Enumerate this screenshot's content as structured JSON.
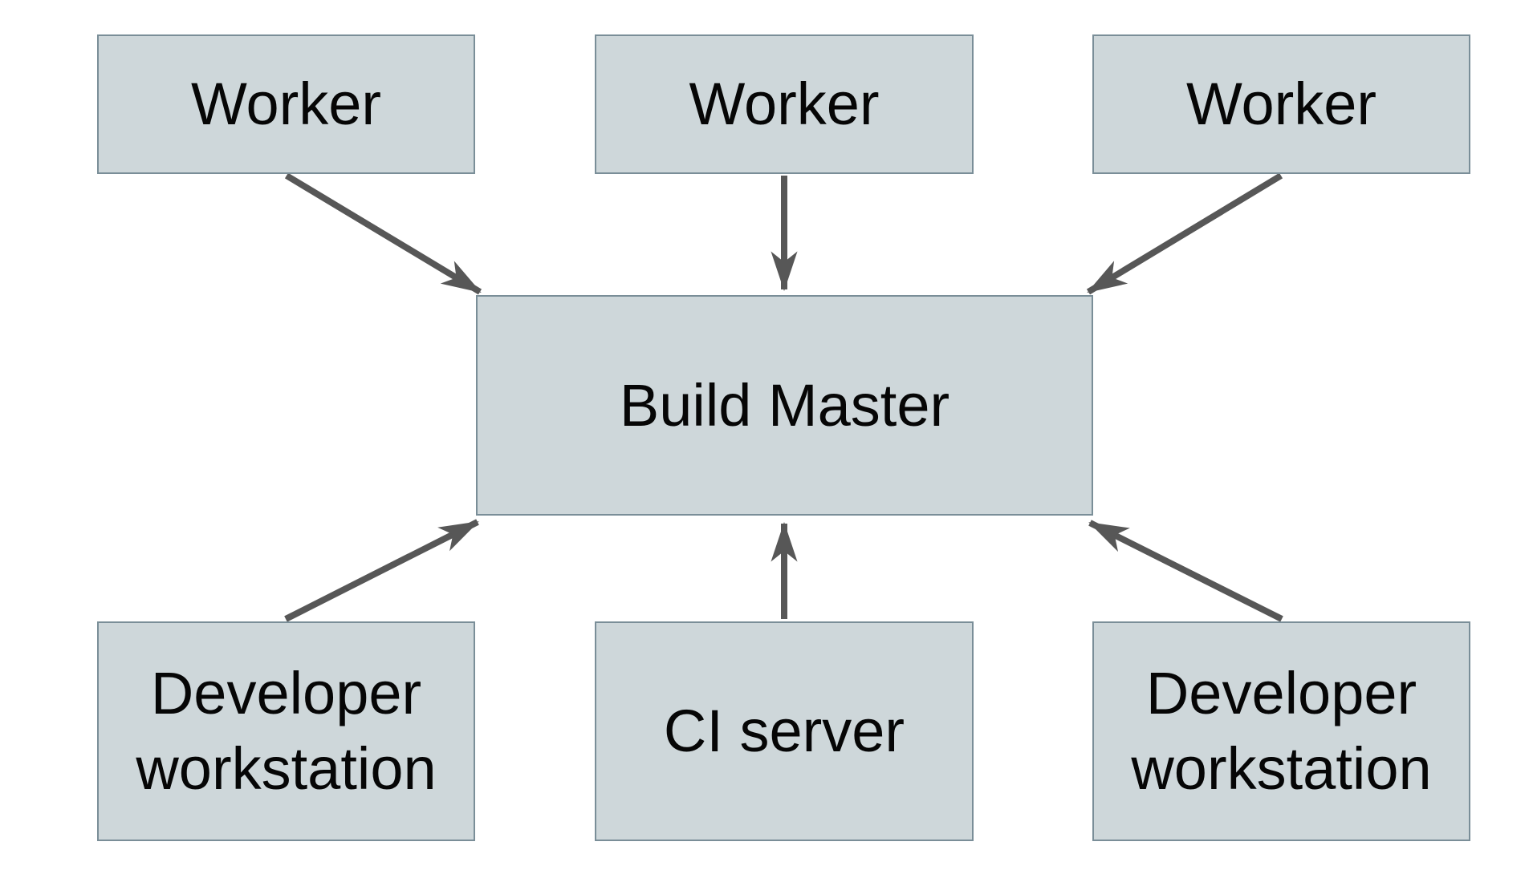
{
  "diagram": {
    "type": "architecture-diagram",
    "nodes": {
      "worker_1": {
        "label": "Worker"
      },
      "worker_2": {
        "label": "Worker"
      },
      "worker_3": {
        "label": "Worker"
      },
      "build_master": {
        "label": "Build Master"
      },
      "dev_ws_left": {
        "label": "Developer workstation"
      },
      "ci_server": {
        "label": "CI server"
      },
      "dev_ws_right": {
        "label": "Developer workstation"
      }
    },
    "edges": [
      {
        "from": "worker_1",
        "to": "build_master",
        "direction": "down-right"
      },
      {
        "from": "worker_2",
        "to": "build_master",
        "direction": "down"
      },
      {
        "from": "worker_3",
        "to": "build_master",
        "direction": "down-left"
      },
      {
        "from": "dev_ws_left",
        "to": "build_master",
        "direction": "up-right"
      },
      {
        "from": "ci_server",
        "to": "build_master",
        "direction": "up"
      },
      {
        "from": "dev_ws_right",
        "to": "build_master",
        "direction": "up-left"
      }
    ],
    "colors": {
      "background": "#ffffff",
      "node_fill": "#ced7da",
      "node_border": "#7a8e98",
      "arrow": "#575757",
      "text": "#060606"
    }
  }
}
